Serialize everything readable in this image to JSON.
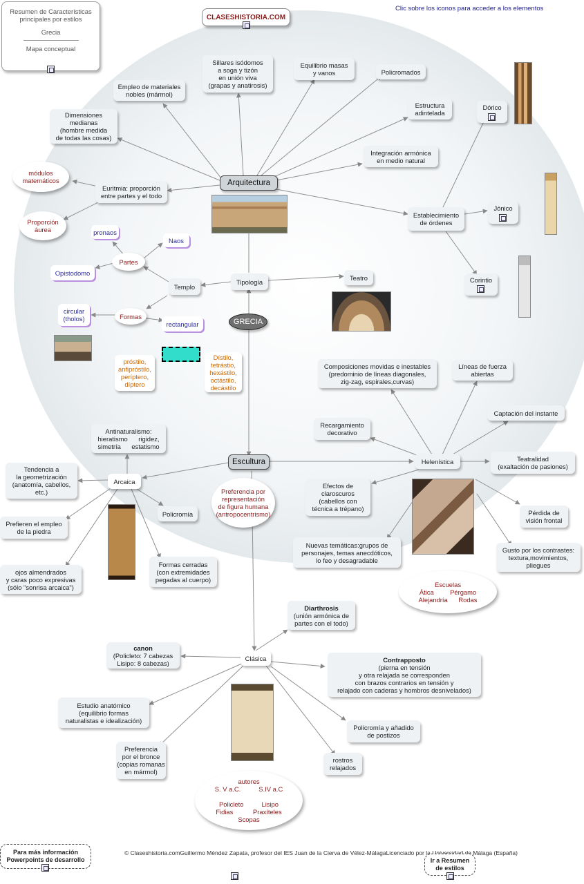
{
  "header": {
    "top_right": "Clic sobre los iconos para acceder a los elementos",
    "site_title": "CLASESHISTORIA.COM",
    "summary": {
      "line1": "Resumen de Características",
      "line2": "principales por estilos",
      "grecia": "Grecia",
      "mapa": "Mapa conceptual"
    }
  },
  "nodes": {
    "grecia": "GRECIA",
    "arquitectura": "Arquitectura",
    "escultura": "Escultura",
    "empleo": [
      "Empleo de materiales",
      "nobles (mármol)"
    ],
    "sillares": [
      "Sillares isódomos",
      "a soga y tizón",
      "en unión viva",
      "(grapas y anatirosis)"
    ],
    "equilibrio": [
      "Equilibrio masas",
      "y vanos"
    ],
    "policromados": "Policromados",
    "estructura": [
      "Estructura",
      "adintelada"
    ],
    "dimensiones": [
      "Dimensiones",
      "medianas",
      "(hombre medida",
      "de todas las cosas)"
    ],
    "integracion": [
      "Integración armónica",
      "en medio natural"
    ],
    "modulos": [
      "módulos",
      "matemáticos"
    ],
    "euritmia": [
      "Euritmia: proporción",
      "entre partes y el todo"
    ],
    "proporcion": [
      "Proporción",
      "áurea"
    ],
    "establecimiento": [
      "Establecimiento",
      "de órdenes"
    ],
    "dorico": "Dórico",
    "jonico": "Jónico",
    "corintio": "Corintio",
    "pronaos": "pronaos",
    "naos": "Naos",
    "partes": "Partes",
    "opistodomo": "Opistodomo",
    "templo": "Templo",
    "tipologia": "Tipología",
    "teatro": "Teatro",
    "circular": [
      "circular",
      "(tholos)"
    ],
    "formas": "Formas",
    "rectangular": "rectangular",
    "prostilo": [
      "próstilo,",
      "anfipróstilo,",
      "períptero,",
      "díptero"
    ],
    "distilo": [
      "Dístilo,",
      "tetrástio,",
      "hexástilo,",
      "octástilo,",
      "decástilo"
    ],
    "composiciones": [
      "Composiciones movidas e inestables",
      "(predominio de líneas diagonales,",
      "zig-zag, espirales,curvas)"
    ],
    "lineas": [
      "Líneas de fuerza",
      "abiertas"
    ],
    "captacion": "Captación del instante",
    "recargamiento": [
      "Recargamiento",
      "decorativo"
    ],
    "helenistica": "Helenística",
    "teatralidad": [
      "Teatralidad",
      "(exaltación de pasiones)"
    ],
    "antinaturalismo": [
      "Antinaturalismo:",
      "hieratismo      rigidez,",
      "simetría      estatismo"
    ],
    "tendencia": [
      "Tendencia a",
      "la geometrización",
      "(anatomía, cabellos,",
      "etc.)"
    ],
    "arcaica": "Arcaica",
    "preferencia_fig": [
      "Preferencia por",
      "representación",
      "de figura humana",
      "(antropocentrismo)"
    ],
    "efectos": [
      "Efectos de",
      "claroscuros",
      "(cabellos con",
      "técnica a trépano)"
    ],
    "perdida": [
      "Pérdida de",
      "visión frontal"
    ],
    "prefieren": [
      "Prefieren el empleo",
      "de la piedra"
    ],
    "policromia_a": "Policromía",
    "gusto": [
      "Gusto por los contrastes:",
      "textura,movimientos,",
      "pliegues"
    ],
    "nuevas": [
      "Nuevas temáticas:grupos de",
      "personajes, temas anecdóticos,",
      "lo feo y desagradable"
    ],
    "ojos": [
      "ojos almendrados",
      "y caras poco expresivas",
      "(sólo \"sonrisa arcaica\")"
    ],
    "formas_cerradas": [
      "Formas cerradas",
      "(con extremidades",
      "pegadas al cuerpo)"
    ],
    "escuelas": [
      "Escuelas",
      "Ática         Pérgamo",
      "Alejandría      Rodas"
    ],
    "diarthrosis_t": "Diarthrosis",
    "diarthrosis": [
      "(unión armónica de",
      "partes con el todo)"
    ],
    "canon_t": "canon",
    "canon": [
      "(Policleto: 7 cabezas",
      "Lisipo: 8 cabezas)"
    ],
    "clasica": "Clásica",
    "contrapposto_t": "Contrapposto",
    "contrapposto": [
      "(pierna en tensión",
      "y otra relajada se corresponden",
      "con brazos contrarios en tensión y",
      "relajado con caderas y hombros desnivelados)"
    ],
    "estudio": [
      "Estudio anatómico",
      "(equilibrio formas",
      "naturalistas e idealización)"
    ],
    "policromia_c": [
      "Policromía y añadido",
      "de postizos"
    ],
    "preferencia_bronce": [
      "Preferencia",
      "por el bronce",
      "(copias romanas",
      "en mármol)"
    ],
    "rostros": [
      "rostros",
      "relajados"
    ],
    "autores": [
      "autores",
      "S. V a.C.          S.IV a.C",
      "",
      "Policleto          Lisipo",
      "Fidias           Praxíteles",
      "Scopas"
    ]
  },
  "footer": {
    "mas_info": [
      "Para más información",
      "Powerpoints de desarrollo"
    ],
    "credits": [
      "© Claseshistoria.com",
      "Guillermo Méndez Zapata, profesor del IES Juan de la Cierva de Vélez-Málaga",
      "Licenciado por la Universidad de Málaga (España)"
    ],
    "ir_resumen": [
      "Ir a Resumen",
      "de estilos"
    ]
  }
}
